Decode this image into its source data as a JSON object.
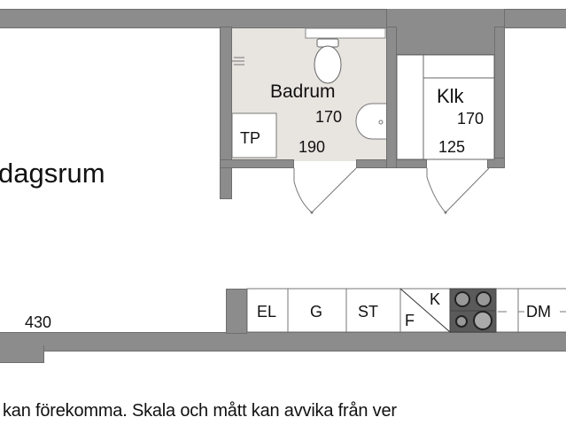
{
  "plan": {
    "rooms": {
      "living": {
        "label": "dagsrum",
        "dimension": "430"
      },
      "bathroom": {
        "label": "Badrum",
        "dim1": "170",
        "dim2": "190"
      },
      "tp": {
        "label": "TP"
      },
      "closet": {
        "label": "Klk",
        "dim1": "170",
        "dim2": "125"
      }
    },
    "kitchen": {
      "units": [
        "EL",
        "G",
        "ST",
        "F",
        "K",
        "DM"
      ]
    },
    "colors": {
      "wall": "#8c8c8c",
      "bathroom_floor": "#e8e4e0",
      "stove": "#5a5a5a"
    }
  },
  "footer": {
    "disclaimer": "kan förekomma. Skala och mått kan avvika från ver"
  }
}
